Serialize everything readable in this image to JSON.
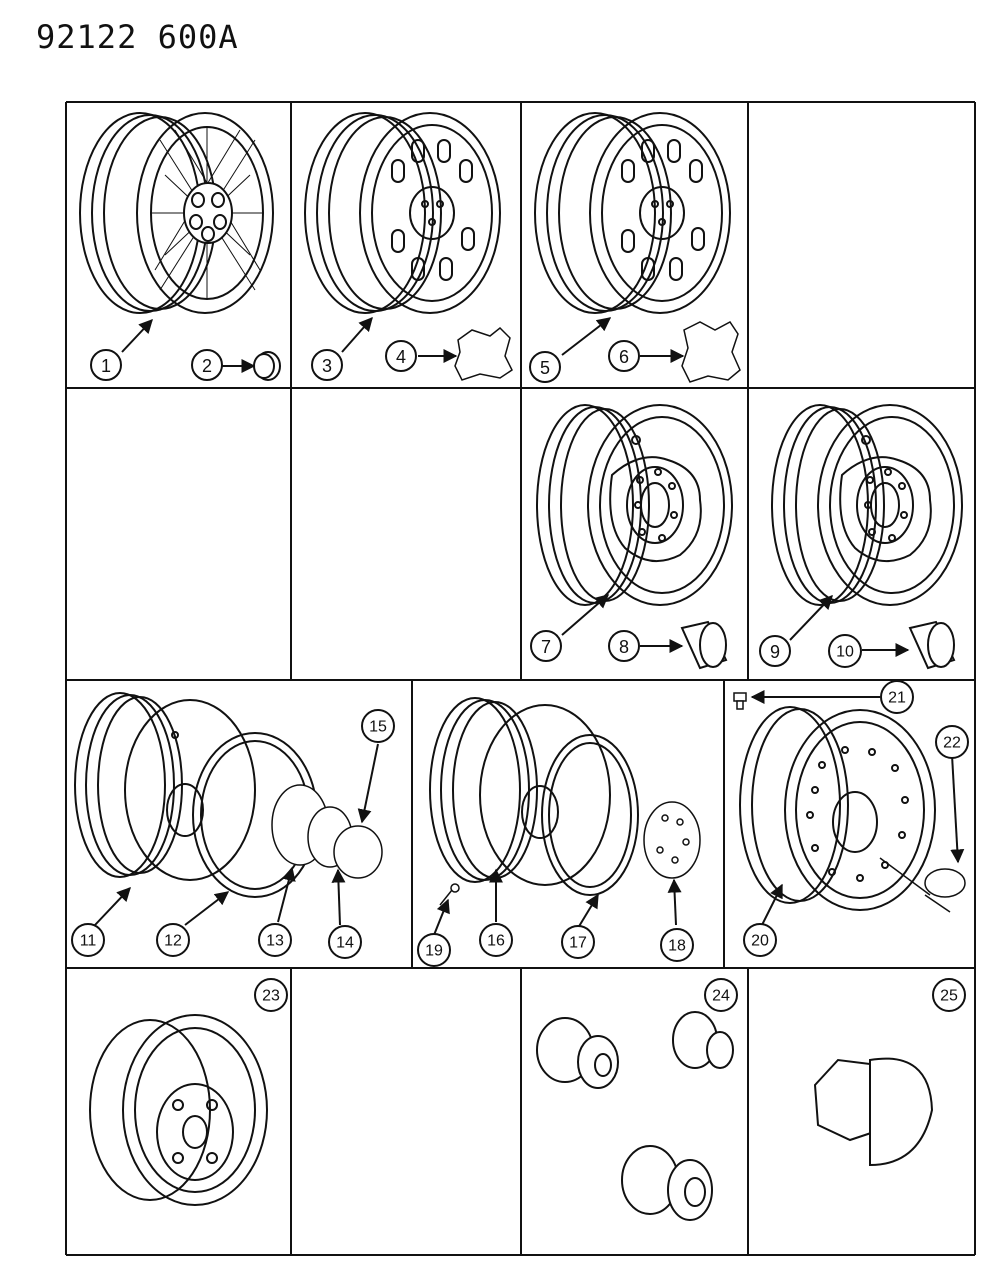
{
  "header": {
    "title": "92122  600A"
  },
  "callouts": [
    {
      "id": "1",
      "label": "1"
    },
    {
      "id": "2",
      "label": "2"
    },
    {
      "id": "3",
      "label": "3"
    },
    {
      "id": "4",
      "label": "4"
    },
    {
      "id": "5",
      "label": "5"
    },
    {
      "id": "6",
      "label": "6"
    },
    {
      "id": "7",
      "label": "7"
    },
    {
      "id": "8",
      "label": "8"
    },
    {
      "id": "9",
      "label": "9"
    },
    {
      "id": "10",
      "label": "10"
    },
    {
      "id": "11",
      "label": "11"
    },
    {
      "id": "12",
      "label": "12"
    },
    {
      "id": "13",
      "label": "13"
    },
    {
      "id": "14",
      "label": "14"
    },
    {
      "id": "15",
      "label": "15"
    },
    {
      "id": "16",
      "label": "16"
    },
    {
      "id": "17",
      "label": "17"
    },
    {
      "id": "18",
      "label": "18"
    },
    {
      "id": "19",
      "label": "19"
    },
    {
      "id": "20",
      "label": "20"
    },
    {
      "id": "21",
      "label": "21"
    },
    {
      "id": "22",
      "label": "22"
    },
    {
      "id": "23",
      "label": "23"
    },
    {
      "id": "24",
      "label": "24"
    },
    {
      "id": "25",
      "label": "25"
    }
  ]
}
